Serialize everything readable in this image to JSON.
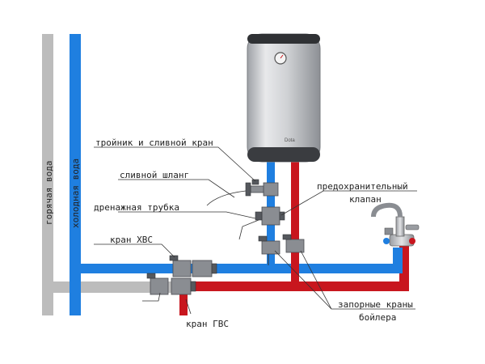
{
  "labels": {
    "hot_water": "горячая вода",
    "cold_water": "холодная вода",
    "tee_and_drain_valve": "тройник и сливной кран",
    "drain_hose": "сливной шланг",
    "drain_tube": "дренажная трубка",
    "cold_valve": "кран ХВС",
    "hot_valve": "кран ГВС",
    "safety_valve_line1": "предохранительный",
    "safety_valve_line2": "клапан",
    "shutoff_valves_line1": "запорные краны",
    "shutoff_valves_line2": "бойлера"
  },
  "boiler": {
    "brand": "Dota"
  },
  "colors": {
    "hot_pipe": "#c8161e",
    "cold_pipe": "#1f7fe0",
    "riser_grey": "#bcbcbc",
    "valve": "#8a8d92",
    "boiler_body": "#d9dadc"
  }
}
